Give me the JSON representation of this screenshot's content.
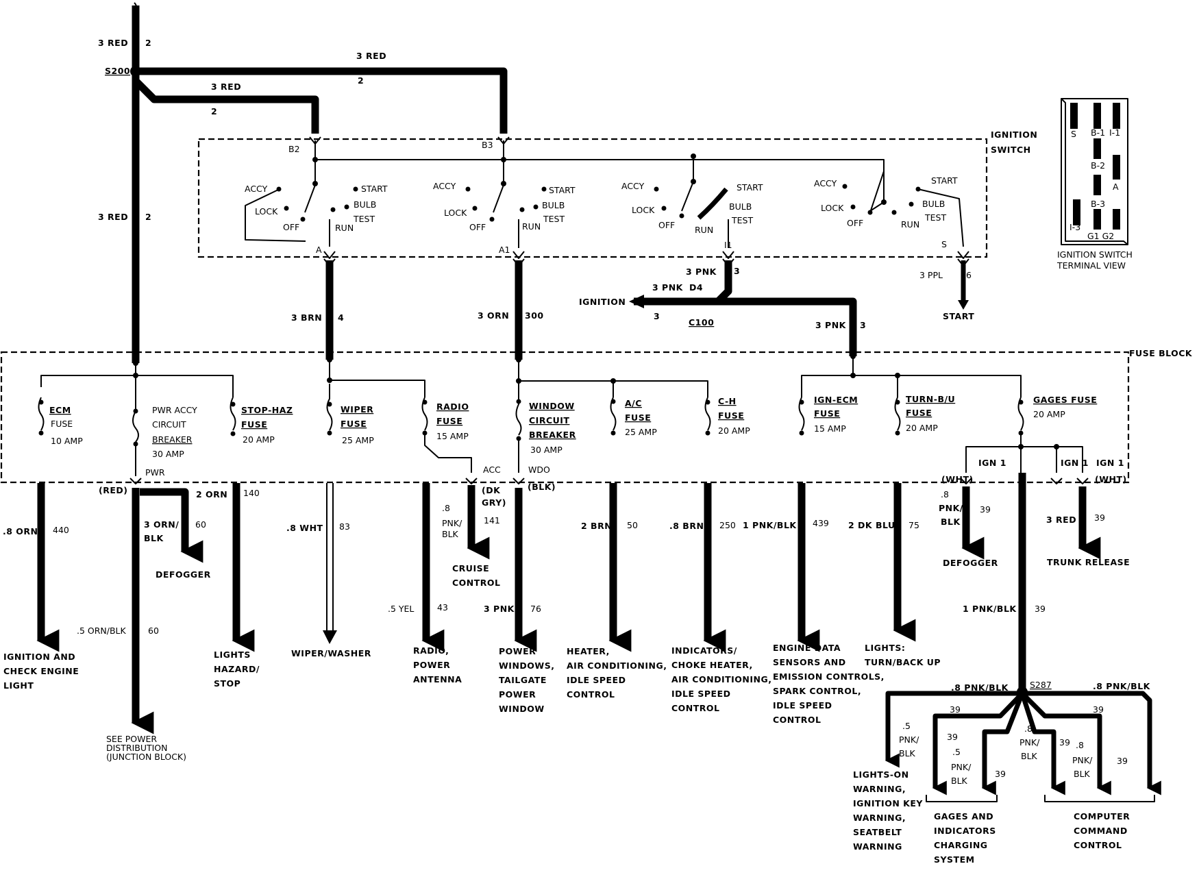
{
  "top": {
    "feed_gauge": "3 RED",
    "feed_circuit": "2",
    "splice": "S200",
    "w1_gauge": "3 RED",
    "w1_circuit": "2",
    "w2_gauge": "3 RED",
    "w2_circuit": "2",
    "w3_gauge": "3 RED",
    "w3_circuit": "2"
  },
  "ignition_switch": {
    "title_line1": "IGNITION",
    "title_line2": "SWITCH",
    "pos_accy": "ACCY",
    "pos_lock": "LOCK",
    "pos_off": "OFF",
    "pos_run": "RUN",
    "pos_start": "START",
    "pos_bulb": "BULB",
    "pos_test": "TEST",
    "term_b2": "B2",
    "term_b3": "B3",
    "term_a": "A",
    "term_a1": "A1",
    "term_i1": "I1",
    "term_s": "S"
  },
  "terminal_view": {
    "label_s": "S",
    "label_b1": "B-1",
    "label_i1": "I-1",
    "label_b2": "B-2",
    "label_a": "A",
    "label_b3": "B-3",
    "label_i3": "I-3",
    "label_g1g2": "G1 G2",
    "caption_line1": "IGNITION SWITCH",
    "caption_line2": "TERMINAL VIEW"
  },
  "mid_wires": {
    "brn_gauge": "3 BRN",
    "brn_circuit": "4",
    "orn_gauge": "3 ORN",
    "orn_circuit": "300",
    "pnk_top_gauge": "3 PNK",
    "pnk_top_circuit": "3",
    "pnk_left_gauge": "3 PNK",
    "d4": "D4",
    "c100": "C100",
    "ignition_label": "IGNITION",
    "ignition_circuit": "3",
    "pnk_drop_gauge": "3 PNK",
    "pnk_drop_circuit": "3",
    "ppl_gauge": "3 PPL",
    "ppl_circuit": "6",
    "start_label": "START"
  },
  "fuse_block": {
    "title": "FUSE BLOCK",
    "ecm_name": "ECM",
    "ecm_sub": "FUSE",
    "ecm_rating": "10 AMP",
    "pwr_line1": "PWR ACCY",
    "pwr_line2": "CIRCUIT",
    "pwr_line3": "BREAKER",
    "pwr_rating": "30 AMP",
    "pwr_term": "PWR",
    "stop_name": "STOP-HAZ",
    "stop_sub": "FUSE",
    "stop_rating": "20 AMP",
    "wiper_name": "WIPER",
    "wiper_sub": "FUSE",
    "wiper_rating": "25 AMP",
    "radio_name": "RADIO",
    "radio_sub": "FUSE",
    "radio_rating": "15 AMP",
    "acc_term": "ACC",
    "window_line1": "WINDOW",
    "window_line2": "CIRCUIT",
    "window_line3": "BREAKER",
    "window_rating": "30 AMP",
    "wdo_term": "WDO",
    "ac_name": "A/C",
    "ac_sub": "FUSE",
    "ac_rating": "25 AMP",
    "ch_name": "C-H",
    "ch_sub": "FUSE",
    "ch_rating": "20 AMP",
    "ignecm_name": "IGN-ECM",
    "ignecm_sub": "FUSE",
    "ignecm_rating": "15 AMP",
    "turn_name": "TURN-B/U",
    "turn_sub": "FUSE",
    "turn_rating": "20 AMP",
    "gages_name": "GAGES FUSE",
    "gages_rating": "20 AMP",
    "ign1_a": "IGN 1",
    "ign1_b": "IGN 1",
    "ign1_c": "IGN 1"
  },
  "circuits": {
    "red_label": "(RED)",
    "dkgry_1": "(DK",
    "dkgry_2": "GRY)",
    "blk_label": "(BLK)",
    "wht_a": "(WHT)",
    "wht_b": "(WHT)",
    "c440_gauge": ".8 ORN",
    "c440_num": "440",
    "c60a_gauge_1": "3 ORN/",
    "c60a_gauge_2": "BLK",
    "c60a_num": "60",
    "defogger_1": "DEFOGGER",
    "c60b_gauge": ".5 ORN/BLK",
    "c60b_num": "60",
    "c140_gauge": "2 ORN",
    "c140_num": "140",
    "c83_gauge": ".8 WHT",
    "c83_num": "83",
    "c141_g1": ".8",
    "c141_g2": "PNK/",
    "c141_g3": "BLK",
    "c141_num": "141",
    "c43_gauge": ".5 YEL",
    "c43_num": "43",
    "c76_gauge": "3 PNK",
    "c76_num": "76",
    "c50_gauge": "2 BRN",
    "c50_num": "50",
    "c250_gauge": ".8 BRN",
    "c250_num": "250",
    "c439_gauge": "1 PNK/BLK",
    "c439_num": "439",
    "c75_gauge": "2 DK BLU",
    "c75_num": "75",
    "c39a_g1": ".8",
    "c39a_g2": "PNK/",
    "c39a_g3": "BLK",
    "c39a_num": "39",
    "defogger_2": "DEFOGGER",
    "c39b_gauge": "3 RED",
    "c39b_num": "39",
    "trunk": "TRUNK RELEASE",
    "c39c_gauge": "1 PNK/BLK",
    "c39c_num": "39",
    "s287": "S287",
    "c39d_gauge": ".8 PNK/BLK",
    "c39e_gauge": ".8 PNK/BLK"
  },
  "loads": {
    "ign_1": "IGNITION AND",
    "ign_2": "CHECK ENGINE",
    "ign_3": "LIGHT",
    "see_1": "SEE POWER",
    "see_2": "DISTRIBUTION",
    "see_3": "(JUNCTION BLOCK)",
    "lights_1": "LIGHTS",
    "lights_2": "HAZARD/",
    "lights_3": "STOP",
    "wiper": "WIPER/WASHER",
    "cruise_1": "CRUISE",
    "cruise_2": "CONTROL",
    "radio_1": "RADIO,",
    "radio_2": "POWER",
    "radio_3": "ANTENNA",
    "pw_1": "POWER",
    "pw_2": "WINDOWS,",
    "pw_3": "TAILGATE",
    "pw_4": "POWER",
    "pw_5": "WINDOW",
    "heat_1": "HEATER,",
    "heat_2": "AIR CONDITIONING,",
    "heat_3": "IDLE SPEED",
    "heat_4": "CONTROL",
    "ind_1": "INDICATORS/",
    "ind_2": "CHOKE HEATER,",
    "ind_3": "AIR CONDITIONING,",
    "ind_4": "IDLE SPEED",
    "ind_5": "CONTROL",
    "eng_1": "ENGINE DATA",
    "eng_2": "SENSORS AND",
    "eng_3": "EMISSION CONTROLS,",
    "eng_4": "SPARK CONTROL,",
    "eng_5": "IDLE SPEED",
    "eng_6": "CONTROL",
    "turn_1": "LIGHTS:",
    "turn_2": "TURN/BACK UP",
    "lo_1": "LIGHTS-ON",
    "lo_2": "WARNING,",
    "lo_3": "IGNITION KEY",
    "lo_4": "WARNING,",
    "lo_5": "SEATBELT",
    "lo_6": "WARNING",
    "gi_1": "GAGES AND",
    "gi_2": "INDICATORS",
    "gi_3": "CHARGING",
    "gi_4": "SYSTEM",
    "cc_1": "COMPUTER",
    "cc_2": "COMMAND",
    "cc_3": "CONTROL"
  },
  "branches": {
    "b1_g1": ".5",
    "b1_g2": "PNK/",
    "b1_g3": "BLK",
    "b1_num": "39",
    "b2_num_top": "39",
    "b2_g1": ".5",
    "b2_g2": "PNK/",
    "b2_g3": "BLK",
    "b2_num": "39",
    "b3_g1": ".8",
    "b3_g2": "PNK/",
    "b3_g3": "BLK",
    "b3_num": "39",
    "b4_g1": ".8",
    "b4_g2": "PNK/",
    "b4_g3": "BLK",
    "b4_num": "39",
    "b4_num_top": "39"
  }
}
